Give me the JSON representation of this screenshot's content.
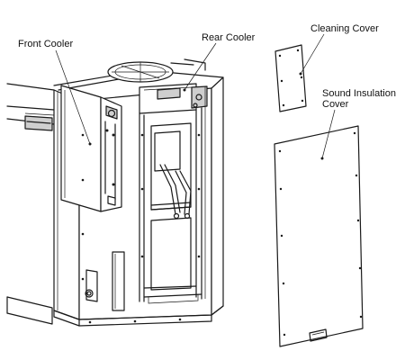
{
  "labels": {
    "front_cooler": "Front Cooler",
    "rear_cooler": "Rear Cooler",
    "cleaning_cover": "Cleaning Cover",
    "sound_insulation_line1": "Sound Insulation",
    "sound_insulation_line2": "Cover"
  },
  "colors": {
    "line": "#1a1a1a",
    "background": "#ffffff"
  }
}
